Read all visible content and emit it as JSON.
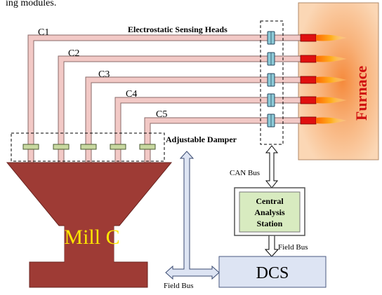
{
  "caption": "ing modules.",
  "pipes": {
    "c1": "C1",
    "c2": "C2",
    "c3": "C3",
    "c4": "C4",
    "c5": "C5"
  },
  "labels": {
    "sensing_heads": "Electrostatic Sensing Heads",
    "damper": "Adjustable Damper",
    "can_bus": "CAN Bus",
    "field_bus_station": "Field Bus",
    "field_bus_mill": "Field Bus"
  },
  "furnace": {
    "label": "Furnace"
  },
  "mill": {
    "label": "Mill C"
  },
  "station": {
    "line1": "Central",
    "line2": "Analysis",
    "line3": "Station"
  },
  "dcs": {
    "label": "DCS"
  },
  "colors": {
    "pipe_fill": "#f2c9c6",
    "pipe_border": "#8a6a68",
    "mill": "#9e3b35",
    "mill_text": "#ffe600",
    "furnace_bg": "#fbd7b5",
    "furnace_text": "#d01010",
    "burner": "#e01010",
    "flame": "#ffb020",
    "sensor": "#8ecbd8",
    "damper": "#c8d8a0",
    "station_fill": "#d8ebc0",
    "dcs_fill": "#dde4f3",
    "bus_fill": "#ffffff"
  }
}
